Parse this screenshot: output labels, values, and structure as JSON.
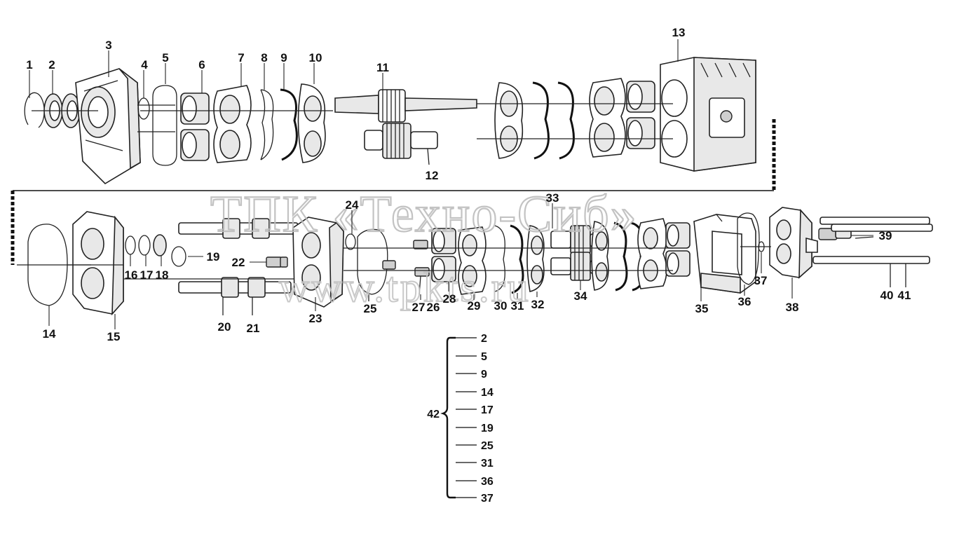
{
  "watermark": {
    "line1": "ТПК «Техно-Сиб»",
    "line2": "www.tpkts.ru"
  },
  "callouts": [
    "1",
    "2",
    "3",
    "4",
    "5",
    "6",
    "7",
    "8",
    "9",
    "10",
    "11",
    "12",
    "13",
    "14",
    "15",
    "16",
    "17",
    "18",
    "19",
    "20",
    "21",
    "22",
    "23",
    "24",
    "25",
    "26",
    "27",
    "28",
    "29",
    "30",
    "31",
    "32",
    "33",
    "34",
    "35",
    "36",
    "37",
    "38",
    "39",
    "40",
    "41"
  ],
  "kit": {
    "label": "42",
    "items": [
      "2",
      "5",
      "9",
      "14",
      "17",
      "19",
      "25",
      "31",
      "36",
      "37"
    ]
  }
}
